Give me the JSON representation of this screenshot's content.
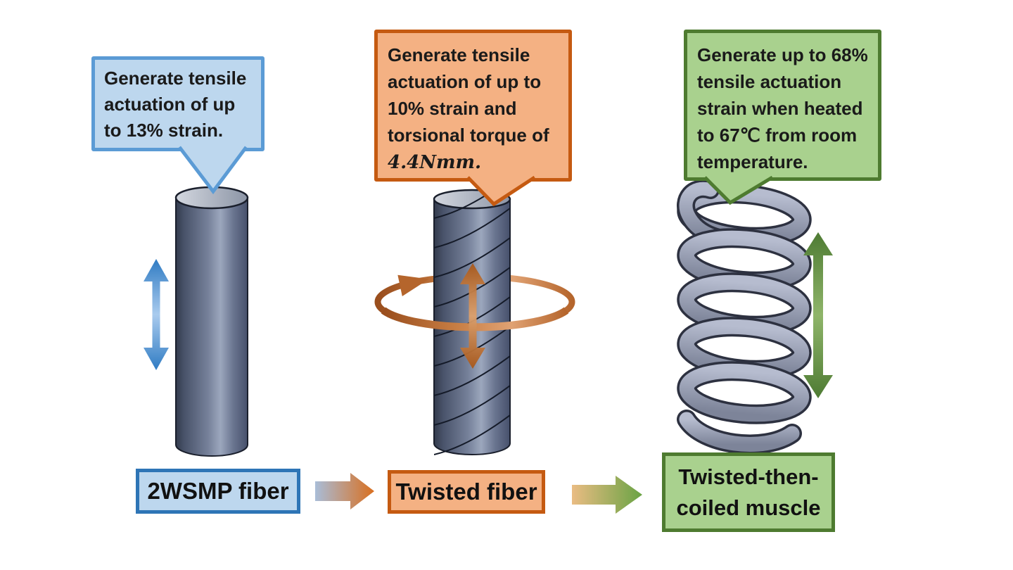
{
  "background": "#FFFFFF",
  "text_color": "#1A1A1A",
  "callouts": [
    {
      "name": "smp-fiber-callout",
      "text": "Generate tensile actuation of up to 13% strain.",
      "fill": "#BDD7EE",
      "border": "#5B9BD5"
    },
    {
      "name": "twisted-fiber-callout",
      "text_before": "Generate tensile actuation of up to 10% strain and torsional torque of ",
      "text_math": "4.4Nmm.",
      "fill": "#F4B183",
      "border": "#C55A11"
    },
    {
      "name": "coiled-muscle-callout",
      "text": "Generate up to 68% tensile actuation strain when heated to 67℃ from room temperature.",
      "fill": "#A9D18E",
      "border": "#4E7B30"
    }
  ],
  "labels": [
    {
      "name": "smp-fiber-label",
      "text": "2WSMP fiber",
      "fill": "#BDD7EE",
      "border": "#2E75B6"
    },
    {
      "name": "twisted-fiber-label",
      "text": "Twisted fiber",
      "fill": "#F4B183",
      "border": "#C55A11"
    },
    {
      "name": "coiled-muscle-label",
      "text": "Twisted-then-coiled muscle",
      "fill": "#A9D18E",
      "border": "#4E7B30"
    }
  ],
  "figures": [
    {
      "icon": "plain-fiber-cylinder",
      "motion_icon": "blue-vertical-double-arrow"
    },
    {
      "icon": "twisted-fiber-cylinder",
      "motion_icon": "orange-vertical-double-arrow",
      "rotation_icon": "orange-rotation-ellipse-arrow"
    },
    {
      "icon": "coiled-muscle-spring",
      "motion_icon": "green-vertical-double-arrow"
    }
  ],
  "transition_arrows": [
    {
      "icon": "blue-to-orange-gradient-arrow",
      "from_color": "#A9BDD8",
      "to_color": "#D96F1F"
    },
    {
      "icon": "orange-to-green-gradient-arrow",
      "from_color": "#EABC83",
      "to_color": "#69A344"
    }
  ]
}
